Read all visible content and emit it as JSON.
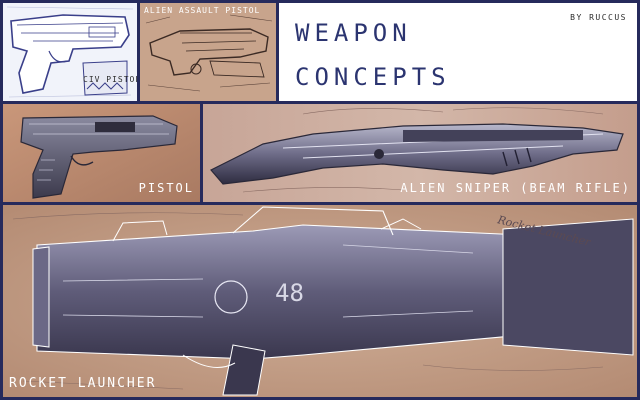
{
  "title": {
    "line1": "WEAPON",
    "line2": "CONCEPTS",
    "byline": "BY RUCCUS"
  },
  "panels": {
    "civ_pistol": {
      "caption": "CIV PISTOL"
    },
    "alien_assault_pistol": {
      "caption": "ALIEN ASSAULT PISTOL"
    },
    "pistol": {
      "caption": "PISTOL"
    },
    "alien_sniper": {
      "caption": "ALIEN SNIPER (BEAM RIFLE)"
    },
    "rocket_launcher": {
      "caption": "ROCKET LAUNCHER",
      "number_marking": "48",
      "handwritten_note": "Rocket Launcher"
    }
  },
  "colors": {
    "border": "#262a5c",
    "title_text": "#2b3470",
    "sketch_bg": "#c79a7e"
  }
}
